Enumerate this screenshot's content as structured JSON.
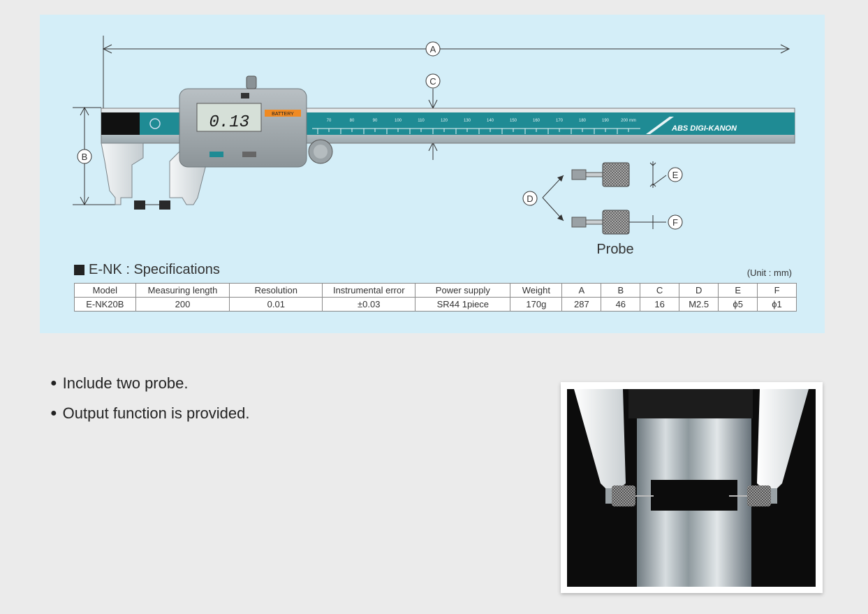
{
  "diagram": {
    "dims": [
      "A",
      "B",
      "C",
      "D",
      "E",
      "F"
    ],
    "display_reading": "0.13",
    "battery_label": "BATTERY",
    "brand_label": "ABS  DIGI-KANON",
    "probe_label": "Probe",
    "scale_marks": [
      "70",
      "80",
      "90",
      "100",
      "110",
      "120",
      "130",
      "140",
      "150",
      "160",
      "170",
      "180",
      "190",
      "200 mm"
    ]
  },
  "spec": {
    "title": "E-NK : Specifications",
    "unit": "(Unit : mm)",
    "headers": [
      "Model",
      "Measuring length",
      "Resolution",
      "Instrumental error",
      "Power supply",
      "Weight",
      "A",
      "B",
      "C",
      "D",
      "E",
      "F"
    ],
    "row": [
      "E-NK20B",
      "200",
      "0.01",
      "±0.03",
      "SR44 1piece",
      "170g",
      "287",
      "46",
      "16",
      "M2.5",
      "ϕ5",
      "ϕ1"
    ]
  },
  "features": [
    "Include two probe.",
    "Output function is provided."
  ],
  "colors": {
    "panel": "#d4eef8",
    "page": "#ebebeb",
    "teal": "#1f8b94"
  }
}
